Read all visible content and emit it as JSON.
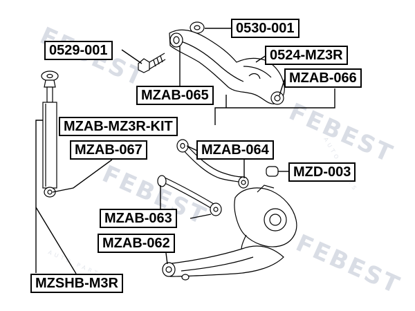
{
  "watermark": {
    "brand": "FEBEST",
    "sub": "AUTO PARTS"
  },
  "labels": {
    "p0530": "0530-001",
    "p0529": "0529-001",
    "p0524": "0524-MZ3R",
    "pMZAB066": "MZAB-066",
    "pMZAB065": "MZAB-065",
    "pKIT": "MZAB-MZ3R-KIT",
    "pMZAB067": "MZAB-067",
    "pMZAB064": "MZAB-064",
    "pMZD003": "MZD-003",
    "pMZAB063": "MZAB-063",
    "pMZAB062": "MZAB-062",
    "pMZSHB": "MZSHB-M3R"
  }
}
